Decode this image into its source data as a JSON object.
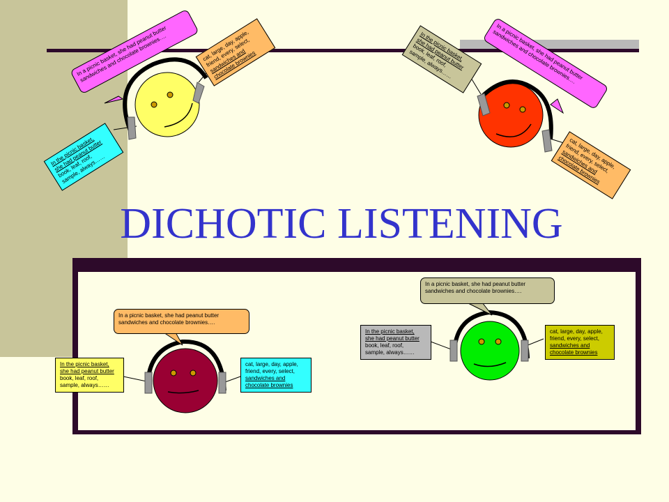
{
  "title": "DICHOTIC LISTENING",
  "colors": {
    "background": "#fefee6",
    "sidebar": "#c8c59a",
    "bar": "#2d0a2a",
    "title": "#3333cc",
    "pink": "#ff66ff",
    "orange": "#ffbb66",
    "cyan": "#33ffff",
    "gray": "#b9b9b9",
    "khaki": "#c8c59a",
    "olive": "#cccc00",
    "face_yellow": "#ffff66",
    "face_red": "#ff3300",
    "face_maroon": "#990033",
    "face_green": "#00ee00"
  },
  "diagrams": [
    {
      "position": "top-left",
      "face_color": "#ffff66",
      "attended_bubble": {
        "color": "#ff66ff",
        "lines": [
          "In a picnic basket, she had peanut butter",
          "sandwiches and chocolate brownies…."
        ]
      },
      "left_ear_box": {
        "color": "#33ffff",
        "lines": [
          "In the picnic basket,",
          "she had peanut butter",
          "book, leaf, roof,",
          "sample, always……"
        ],
        "underlined": 2
      },
      "right_ear_box": {
        "color": "#ffbb66",
        "lines": [
          "cat, large, day, apple,",
          "friend, every, select,",
          "sandwiches and",
          "chocolate brownies"
        ],
        "underlined_from": 2
      }
    },
    {
      "position": "top-right",
      "face_color": "#ff3300",
      "attended_bubble": {
        "color": "#ff66ff",
        "lines": [
          "In a picnic basket, she had peanut butter",
          "sandwiches and chocolate brownies…."
        ]
      },
      "left_ear_box": {
        "color": "#c8c59a",
        "lines": [
          "In the picnic basket,",
          "she had peanut butter",
          "book, leaf, roof,",
          "sample, always……"
        ],
        "underlined": 2
      },
      "right_ear_box": {
        "color": "#ffbb66",
        "lines": [
          "cat, large, day, apple,",
          "friend, every, select,",
          "sandwiches and",
          "chocolate brownies"
        ],
        "underlined_from": 2
      }
    },
    {
      "position": "bottom-left",
      "face_color": "#990033",
      "attended_bubble": {
        "color": "#ffbb66",
        "lines": [
          "In a picnic basket, she had peanut butter",
          "sandwiches and chocolate brownies…."
        ]
      },
      "left_ear_box": {
        "color": "#ffff66",
        "lines": [
          "In the picnic basket,",
          "she had peanut butter",
          "book, leaf, roof,",
          "sample, always……"
        ],
        "underlined": 2
      },
      "right_ear_box": {
        "color": "#33ffff",
        "lines": [
          "cat, large, day, apple,",
          "friend, every, select,",
          "sandwiches and",
          "chocolate brownies"
        ],
        "underlined_from": 2
      }
    },
    {
      "position": "bottom-right",
      "face_color": "#00ee00",
      "attended_bubble": {
        "color": "#c8c59a",
        "lines": [
          "In a picnic basket, she had peanut butter",
          "sandwiches and chocolate brownies…."
        ]
      },
      "left_ear_box": {
        "color": "#b9b9b9",
        "lines": [
          "In the picnic basket,",
          "she had peanut butter",
          "book, leaf, roof,",
          "sample, always……"
        ],
        "underlined": 2
      },
      "right_ear_box": {
        "color": "#cccc00",
        "lines": [
          "cat, large, day, apple,",
          "friend, every, select,",
          "sandwiches and",
          "chocolate brownies"
        ],
        "underlined_from": 2
      }
    }
  ]
}
